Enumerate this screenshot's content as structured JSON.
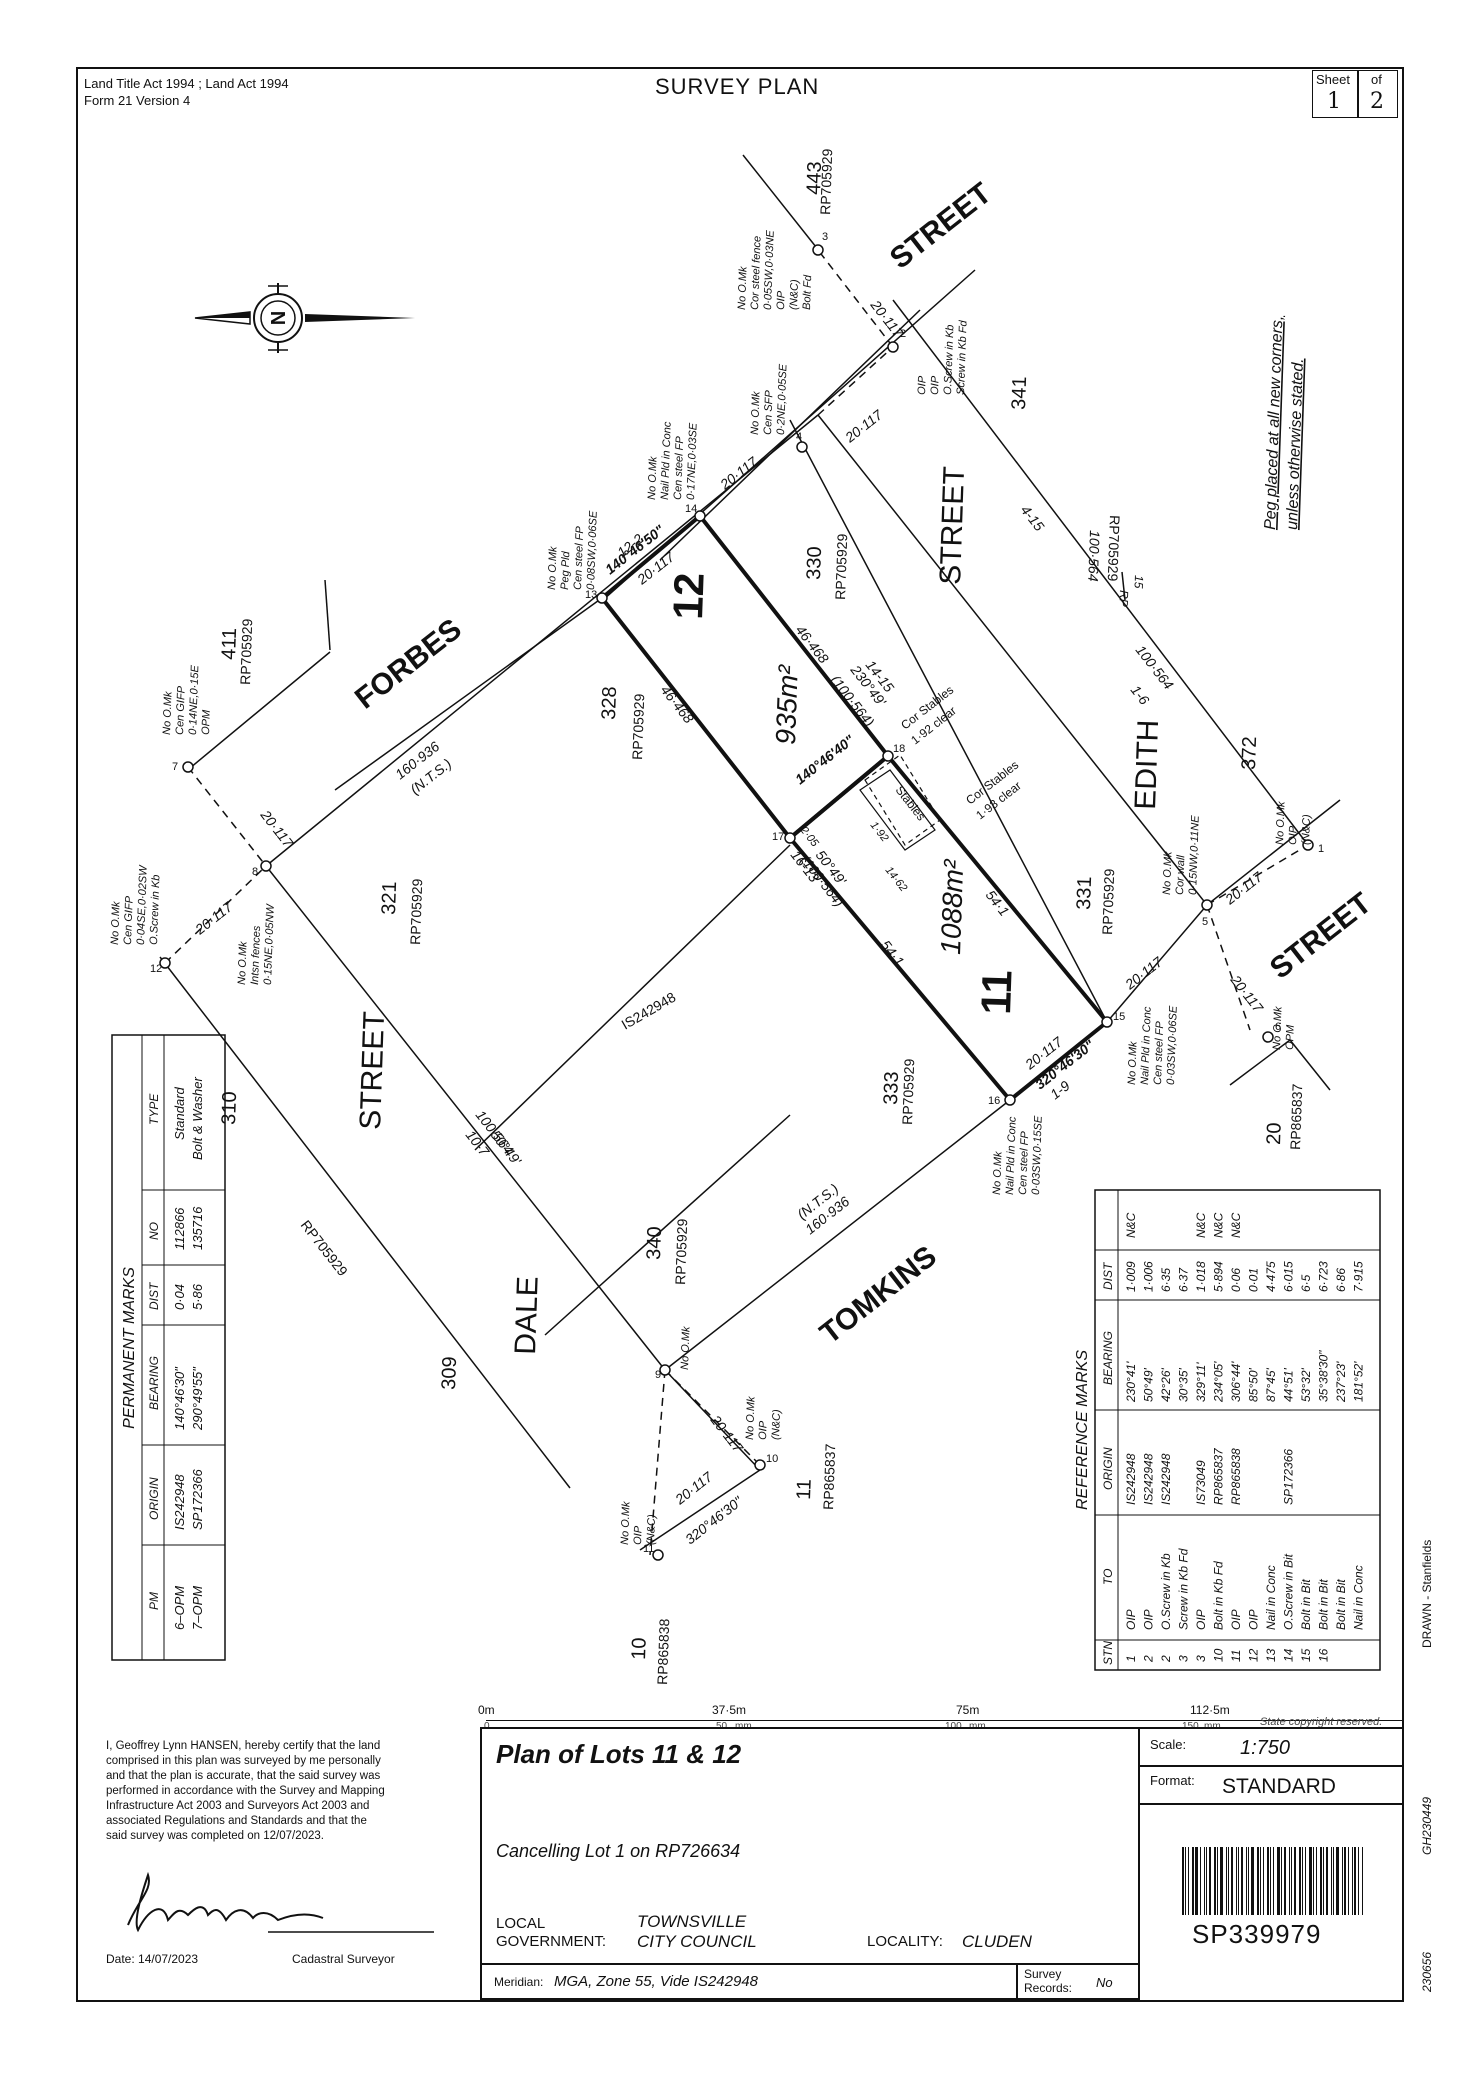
{
  "header": {
    "acts": "Land Title Act 1994 ;  Land Act 1994",
    "form": "Form 21 Version 4",
    "title": "SURVEY PLAN",
    "sheet_label": "Sheet",
    "sheet_no": "1",
    "of_label": "of",
    "sheet_total": "2"
  },
  "plan": {
    "streets": {
      "forbes": "FORBES",
      "edith": "EDITH",
      "edith_street": "STREET",
      "top_street": "STREET",
      "right_street": "STREET",
      "dale": "DALE",
      "dale_street": "STREET",
      "tomkins": "TOMKINS"
    },
    "lots": {
      "lot12": "12",
      "lot12_area": "935m²",
      "lot11": "11",
      "lot11_area": "1088m²"
    },
    "parcels": {
      "p443": "443",
      "p443_rp": "RP705929",
      "p341": "341",
      "p411": "411",
      "p411_rp": "RP705929",
      "p328": "328",
      "p328_rp": "RP705929",
      "p330": "330",
      "p330_rp": "RP705929",
      "p372": "372",
      "p321": "321",
      "p321_rp": "RP705929",
      "p331": "331",
      "p331_rp": "RP705929",
      "p333": "333",
      "p333_rp": "RP705929",
      "p310": "310",
      "p340": "340",
      "p340_rp": "RP705929",
      "p309": "309",
      "p20": "20",
      "p20_rp": "RP865837",
      "p11": "11",
      "p11_rp": "RP865837",
      "p10": "10",
      "p10_rp": "RP865838",
      "is242948": "IS242948",
      "rp_edith": "RP705929",
      "rp_dale": "RP705929"
    },
    "dimensions": {
      "d_12_2": "12-2",
      "b_140_50": "140°46'50\"",
      "d20117_top": "20·117",
      "d20117_a": "20·117",
      "d20117_b": "20·117",
      "d20117_c": "20·117",
      "d20117_d": "20·117",
      "d20117_e": "20·117",
      "d20117_f": "20·117",
      "d20117_g": "20·117",
      "d20117_h": "20·117",
      "d20117_i": "20·117",
      "d20117_j": "20·117",
      "d20117_k": "20·117",
      "b_140_40": "140°46'40\"",
      "d46468_a": "46·468",
      "d46468_b": "46·468",
      "d54_1_a": "54·1",
      "d54_1_b": "54·1",
      "b_230_49": "230°49'",
      "d100564": "(100·564)",
      "d14_15": "14-15",
      "b_50_49": "50°49'",
      "d100564b": "(100·564)",
      "d16_13": "16-13",
      "d160936_a": "160·936",
      "d160936_b": "160·936",
      "nts_a": "(N.T.S.)",
      "nts_b": "(N.T.S.)",
      "b_320_46": "320°46'30\"",
      "d1_9": "1-9",
      "b_320_46b": "320°46'30\"",
      "d100564_e": "100·564",
      "d1_6": "1-6",
      "d100564_f": "100·564",
      "d100564_g": "100·564",
      "d10_7": "10-7",
      "b_50_49b": "50°49'",
      "d4_15": "4-15",
      "d1_92": "1·92",
      "d14_62": "14·62",
      "d2_05": "2·05",
      "rp_1": "RP",
      "rp_15": "15"
    },
    "notes": {
      "peg_note1": "Peg placed at all new corners,",
      "peg_note2": "unless otherwise stated.",
      "stables": "Stables",
      "cor_stables1": "Cor Stables",
      "cor_stables1b": "1·92 clear",
      "cor_stables2": "Cor Stables",
      "cor_stables2b": "1·93 clear",
      "m3_1": "No O.Mk",
      "m3_2": "Cor steel fence",
      "m3_3": "0·05SW,0·03NE",
      "m3_4": "OIP",
      "m3_5": "(N&C)",
      "m3_6": "Bolt Fd",
      "m4_1": "No O.Mk",
      "m4_2": "Cen SFP",
      "m4_3": "0·2NE,0·05SE",
      "m2_1": "OIP",
      "m2_2": "OIP",
      "m2_3": "O.Screw in Kb",
      "m2_4": "Screw in Kb Fd",
      "m14_1": "No O.Mk",
      "m14_2": "Nail Pld in Conc",
      "m14_3": "Cen steel FP",
      "m14_4": "0·17NE,0·03SE",
      "m13_1": "No O.Mk",
      "m13_2": "Peg Pld",
      "m13_3": "Cen steel FP",
      "m13_4": "0·08SW,0·06SE",
      "m7_1": "No O.Mk",
      "m7_2": "Cen GIFP",
      "m7_3": "0·14NE,0·15E",
      "m7_4": "OPM",
      "m12_1": "No O.Mk",
      "m12_2": "Cen GIFP",
      "m12_3": "0·04SE,0·02SW",
      "m12_4": "O.Screw in Kb",
      "m8_1": "No O.Mk",
      "m8_2": "Intsn fences",
      "m8_3": "0·15NE,0·05NW",
      "m5_1": "No O.Mk",
      "m5_2": "Cor wall",
      "m5_3": "0·15NW,0·11NE",
      "m1_1": "No O.Mk",
      "m1_2": "OIP",
      "m1_3": "(N&C)",
      "m15_1": "No O.Mk",
      "m15_2": "Nail Pld in Conc",
      "m15_3": "Cen steel FP",
      "m15_4": "0·03SW,0·06SE",
      "m6_1": "No O.Mk",
      "m6_2": "OPM",
      "m16_1": "No O.Mk",
      "m16_2": "Nail Pld in Conc",
      "m16_3": "Cen steel FP",
      "m16_4": "0·03SW,0·15SE",
      "m9_1": "No O.Mk",
      "m10_1": "No O.Mk",
      "m10_2": "OIP",
      "m10_3": "(N&C)",
      "m11_1": "No O.Mk",
      "m11_2": "OIP",
      "m11_3": "(N&C)"
    }
  },
  "permanent_marks": {
    "title": "PERMANENT MARKS",
    "headers": [
      "PM",
      "ORIGIN",
      "BEARING",
      "DIST",
      "NO",
      "TYPE"
    ],
    "rows": [
      [
        "6–OPM",
        "IS242948",
        "140°46'30\"",
        "0·04",
        "112866",
        "Standard"
      ],
      [
        "7–OPM",
        "SP172366",
        "290°49'55\"",
        "5·86",
        "135716",
        "Bolt & Washer"
      ]
    ]
  },
  "reference_marks": {
    "title": "REFERENCE MARKS",
    "headers": [
      "STN",
      "TO",
      "ORIGIN",
      "BEARING",
      "DIST"
    ],
    "rows": [
      [
        "1",
        "OIP",
        "IS242948",
        "230°41'",
        "1·009",
        "N&C"
      ],
      [
        "2",
        "OIP",
        "IS242948",
        "50°49'",
        "1·006",
        ""
      ],
      [
        "2",
        "O.Screw in Kb",
        "IS242948",
        "42°26'",
        "6·35",
        ""
      ],
      [
        "3",
        "Screw in Kb Fd",
        "",
        "30°35'",
        "6·37",
        ""
      ],
      [
        "3",
        "OIP",
        "IS73049",
        "329°11'",
        "1·018",
        "N&C"
      ],
      [
        "10",
        "Bolt in Kb Fd",
        "RP865837",
        "234°05'",
        "5·894",
        "N&C"
      ],
      [
        "11",
        "OIP",
        "RP865838",
        "306°44'",
        "0·06",
        "N&C"
      ],
      [
        "12",
        "OIP",
        "",
        "85°50'",
        "0·01",
        ""
      ],
      [
        "13",
        "Nail in Conc",
        "",
        "87°45'",
        "4·475",
        ""
      ],
      [
        "14",
        "O.Screw in Bit",
        "SP172366",
        "44°51'",
        "6·015",
        ""
      ],
      [
        "15",
        "Bolt in Bit",
        "",
        "53°32'",
        "6·5",
        ""
      ],
      [
        "16",
        "Bolt in Bit",
        "",
        "35°38'30\"",
        "6·723",
        ""
      ],
      [
        "",
        "Bolt in Bit",
        "",
        "237°23'",
        "6·86",
        ""
      ],
      [
        "",
        "Nail in Conc",
        "",
        "181°52'",
        "7·915",
        ""
      ]
    ]
  },
  "scale_bar": {
    "label_0m": "0m",
    "label_37": "37·5m",
    "label_75": "75m",
    "label_112": "112·5m",
    "mm_0": "0",
    "mm_50": "50",
    "mm_100": "100",
    "mm_150": "150",
    "mm_unit": "mm",
    "copyright": "State copyright reserved."
  },
  "certificate": {
    "text": [
      "I, Geoffrey Lynn HANSEN, hereby certify that the land",
      "comprised in this plan was surveyed by me personally",
      "and that the plan is accurate, that the said survey was",
      "performed in accordance with the Survey and Mapping",
      "Infrastructure Act 2003 and Surveyors Act 2003 and",
      "associated Regulations and Standards and that the",
      "said survey was completed on 12/07/2023."
    ],
    "date": "Date: 14/07/2023",
    "role": "Cadastral Surveyor"
  },
  "title_block": {
    "plan_title": "Plan of Lots 11 & 12",
    "cancelling": "Cancelling Lot 1 on RP726634",
    "local_gov_label1": "LOCAL",
    "local_gov_label2": "GOVERNMENT:",
    "council1": "TOWNSVILLE",
    "council2": "CITY COUNCIL",
    "locality_label": "LOCALITY:",
    "locality": "CLUDEN",
    "meridian_label": "Meridian:",
    "meridian": "MGA, Zone 55, Vide IS242948",
    "survey_records_label1": "Survey",
    "survey_records_label2": "Records:",
    "survey_records": "No",
    "scale_label": "Scale:",
    "scale": "1:750",
    "format_label": "Format:",
    "format": "STANDARD",
    "plan_number": "SP339979"
  },
  "side_margin": {
    "drawn": "DRAWN - Stanfields",
    "gh": "GH230449",
    "job": "230656"
  }
}
